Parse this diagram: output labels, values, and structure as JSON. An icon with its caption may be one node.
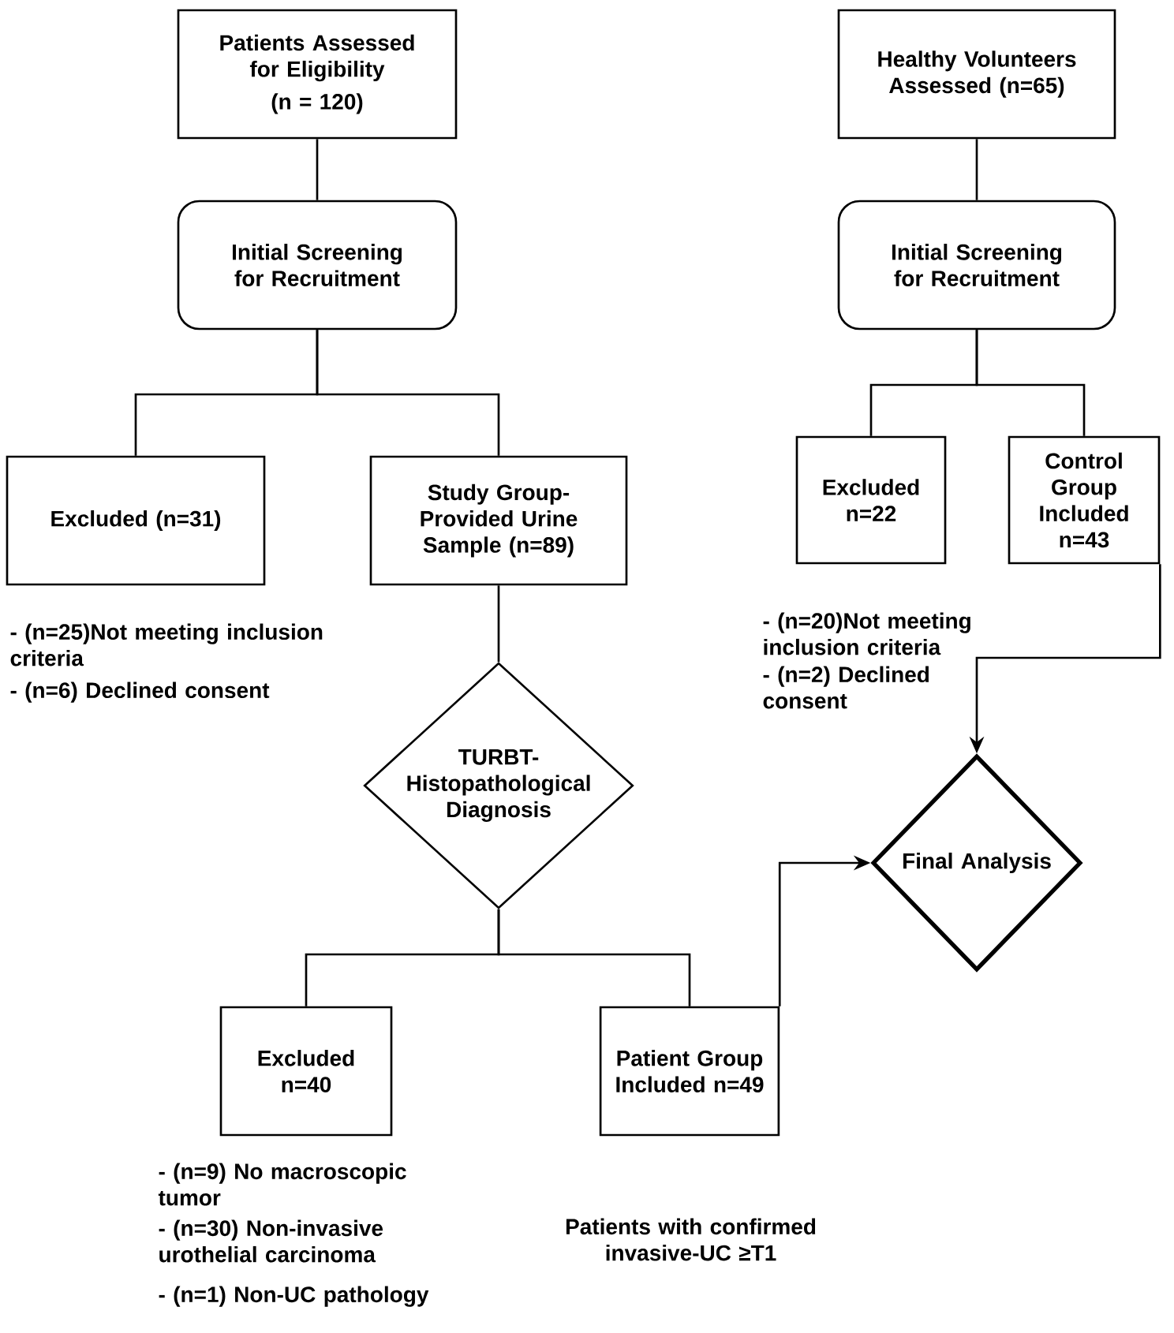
{
  "diagram": {
    "nodes": [
      {
        "text": [
          "Patients Assessed for Eligibility",
          "(n = 120)"
        ]
      },
      {
        "text": [
          "Initial Screening for Recruitment"
        ]
      },
      {
        "text": [
          "Excluded (n=31)"
        ],
        "beside": [
          "- (n=25)Not meeting inclusion criteria",
          "- (n=6) Declined consent"
        ]
      },
      {
        "text": [
          "Study Group-Provided Urine Sample (n=89)"
        ]
      },
      {
        "text": [
          "TURBT-Histopathological Diagnosis"
        ]
      },
      {
        "text": [
          "Excluded n=40"
        ],
        "beside": [
          "- (n=9) No macroscopic tumor",
          "- (n=30) Non-invasive urothelial carcinoma",
          "- (n=1) Non-UC pathology"
        ]
      },
      {
        "text": [
          "Patient Group Included n=49"
        ],
        "beside": [
          "Patients with confirmed invasive-UC ≥T1"
        ]
      },
      {
        "text": [
          "Healthy Volunteers Assessed (n=65)"
        ]
      },
      {
        "text": [
          "Initial Screening for Recruitment"
        ]
      },
      {
        "text": [
          "Excluded n=22"
        ],
        "beside": [
          "- (n=20)Not meeting inclusion criteria",
          "- (n=2) Declined consent"
        ]
      },
      {
        "text": [
          "Control Group Included n=43"
        ]
      },
      {
        "text": [
          "Final Analysis"
        ]
      }
    ],
    "edges": [
      {
        "from": 0,
        "to": 1,
        "arrow": "none"
      },
      {
        "from": 1,
        "to": 2,
        "arrow": "none"
      },
      {
        "from": 1,
        "to": 3,
        "arrow": "none"
      },
      {
        "from": 3,
        "to": 4,
        "arrow": "none"
      },
      {
        "from": 4,
        "to": 5,
        "arrow": "none"
      },
      {
        "from": 4,
        "to": 6,
        "arrow": "none"
      },
      {
        "from": 6,
        "to": 11,
        "arrow": "to"
      },
      {
        "from": 7,
        "to": 8,
        "arrow": "none"
      },
      {
        "from": 8,
        "to": 9,
        "arrow": "none"
      },
      {
        "from": 8,
        "to": 10,
        "arrow": "none"
      },
      {
        "from": 10,
        "to": 11,
        "arrow": "to"
      }
    ]
  }
}
